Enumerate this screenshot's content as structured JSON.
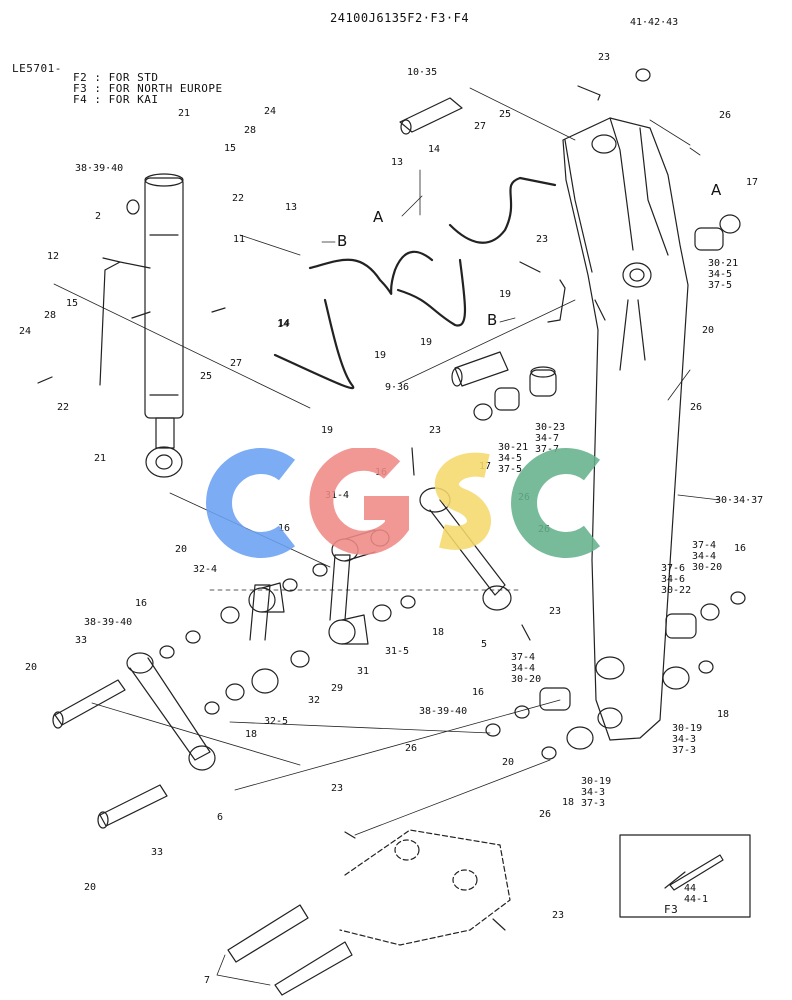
{
  "header": {
    "title": "24100J6135F2·F3·F4",
    "code": "LE5701-",
    "notes": [
      "F2 : FOR STD",
      "F3 : FOR NORTH EUROPE",
      "F4 : FOR KAI"
    ]
  },
  "watermark": {
    "text": "CGSC",
    "colors": [
      "#6aa0f2",
      "#ef8a86",
      "#f5d86c",
      "#65b28d"
    ]
  },
  "callouts": {
    "c1": "41·42·43",
    "c2": "23",
    "c3": "10·35",
    "c4": "21",
    "c5": "24",
    "c6": "28",
    "c7": "15",
    "c8": "38·39·40",
    "c9": "2",
    "c10": "22",
    "c11": "11",
    "c12": "13",
    "c13": "27",
    "c14": "25",
    "c15": "14",
    "c16": "13",
    "c17": "26",
    "c18": "17",
    "c19": "12",
    "c20": "14",
    "c21": "23",
    "c22": "30·21\n34-5\n37-5",
    "c23": "20",
    "c24": "19",
    "c25": "15",
    "c26": "28",
    "c27": "24",
    "c28": "25",
    "c29": "27",
    "c30": "14",
    "c31": "19",
    "c32": "19",
    "c33": "22",
    "c34": "9·36",
    "c35": "26",
    "c36": "21",
    "c37": "19",
    "c38": "30-23\n34-7\n37-7",
    "c39": "30-21\n34-5\n37-5",
    "c40": "17",
    "c41": "23",
    "c42": "16",
    "c43": "31-4",
    "c44": "26",
    "c45": "26",
    "c46": "30·34·37",
    "c47": "20",
    "c48": "32-4",
    "c49": "16",
    "c50": "16",
    "c51": "37-4\n34-4\n30-20",
    "c52": "37-6\n34-6\n30-22",
    "c53": "16",
    "c54": "38-39-40",
    "c55": "23",
    "c56": "18",
    "c57": "5",
    "c58": "33",
    "c59": "31-5",
    "c60": "31",
    "c61": "37-4\n34-4\n30-20",
    "c62": "20",
    "c63": "29",
    "c64": "32",
    "c65": "32-5",
    "c66": "16",
    "c67": "38-39-40",
    "c68": "18",
    "c69": "18",
    "c70": "30-19\n34-3\n37-3",
    "c71": "20",
    "c72": "26",
    "c73": "18",
    "c74": "30-19\n34-3\n37-3",
    "c75": "23",
    "c76": "26",
    "c77": "6",
    "c78": "33",
    "c79": "20",
    "c80": "44\n44-1",
    "c81": "23",
    "c82": "7"
  },
  "section_marks": {
    "a1": "A",
    "a2": "A",
    "b1": "B",
    "b2": "B"
  },
  "inset": {
    "label": "F3"
  }
}
